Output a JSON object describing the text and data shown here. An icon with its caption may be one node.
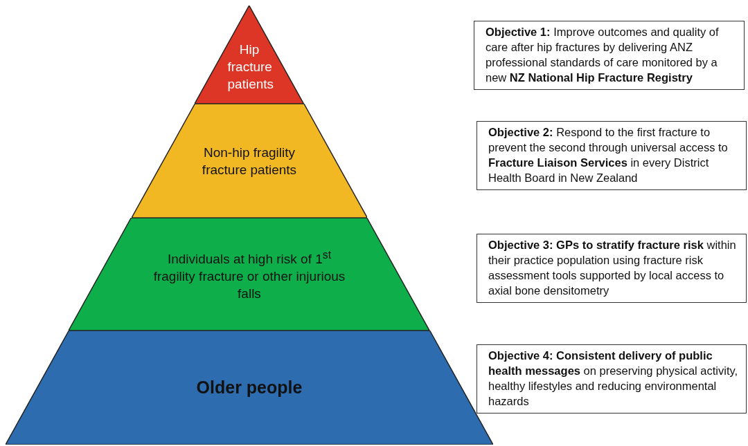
{
  "diagram": {
    "nodes": [
      {
        "text": [
          "Hip fracture patients"
        ]
      },
      {
        "text": [
          "Non-hip fragility fracture patients"
        ]
      },
      {
        "text": [
          "Individuals at high risk of 1$^{st}$ fragility fracture or other injurious falls"
        ]
      },
      {
        "text": [
          "Older people"
        ]
      },
      {
        "text": [
          "**Objective 1:** Improve outcomes and quality of care after hip fractures by delivering ANZ professional standards of care monitored by a new **NZ National Hip Fracture Registry**"
        ]
      },
      {
        "text": [
          "**Objective 2:** Respond to the first fracture to prevent the second through universal access to **Fracture Liaison Services** in every District Health Board in New Zealand"
        ]
      },
      {
        "text": [
          "**Objective 3: GPs to stratify fracture risk** within their practice population using fracture risk assessment tools supported by local access to axial bone densitometry"
        ]
      },
      {
        "text": [
          "**Objective 4: Consistent delivery of public health messages** on preserving physical activity, healthy lifestyles and reducing environmental hazards"
        ]
      }
    ],
    "edges": []
  }
}
